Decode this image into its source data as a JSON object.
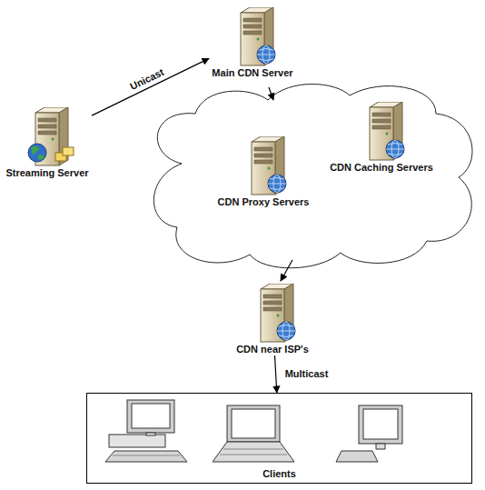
{
  "diagram": {
    "nodes": [
      {
        "text": [
          "Main CDN Server"
        ]
      },
      {
        "text": [
          "Streaming Server"
        ]
      },
      {
        "text": [
          "CDN Caching Servers"
        ]
      },
      {
        "text": [
          "CDN Proxy Servers"
        ]
      },
      {
        "text": [
          "CDN near ISP's"
        ]
      },
      {
        "text": [
          "Clients"
        ]
      }
    ],
    "edges": [
      {
        "from": 1,
        "to": 0,
        "label": "Unicast",
        "arrow": "to"
      },
      {
        "from": 4,
        "to": 5,
        "label": "Multicast",
        "arrow": "to"
      }
    ]
  }
}
